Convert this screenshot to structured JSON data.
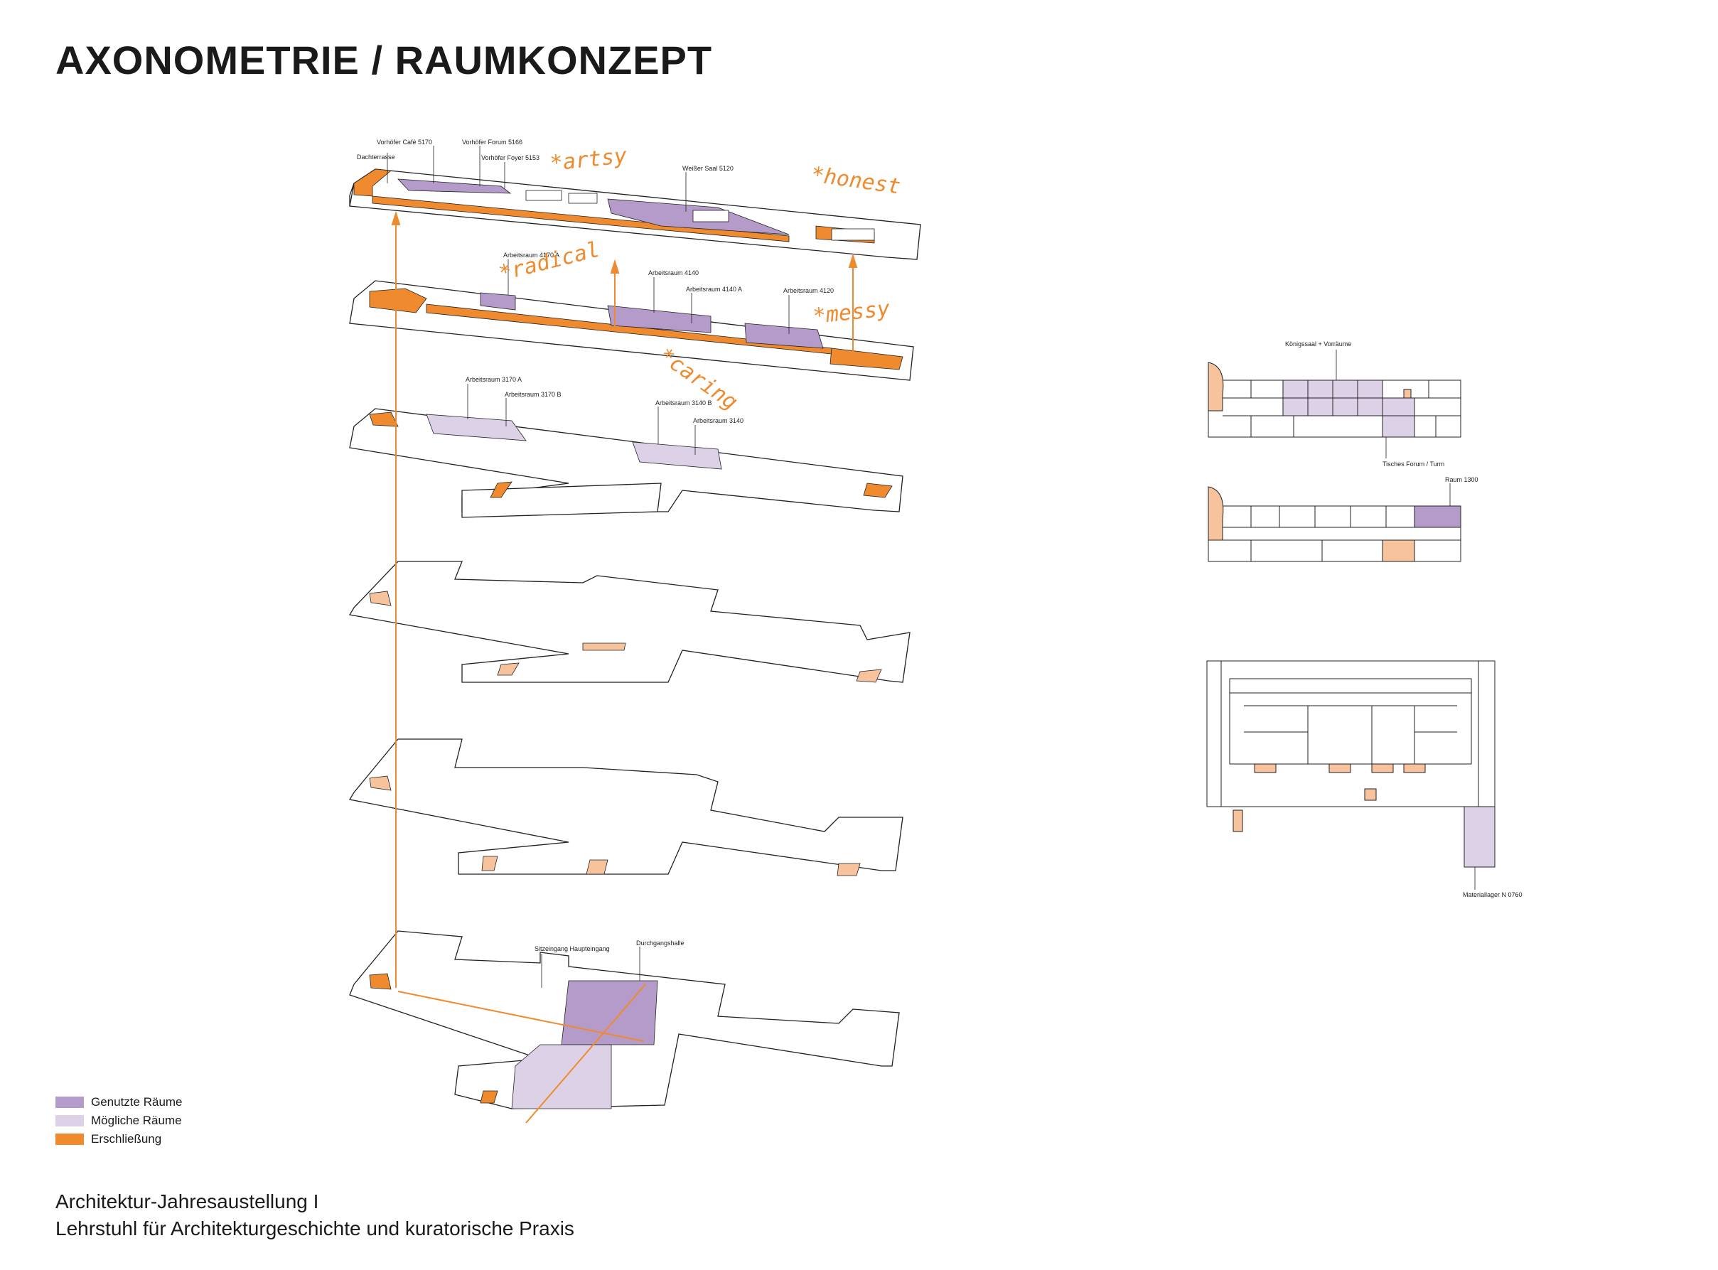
{
  "title": "AXONOMETRIE / RAUMKONZEPT",
  "colors": {
    "used": "#b49bc9",
    "possible": "#ddd1e8",
    "circulation": "#f08a2e",
    "light_orange": "#f6c39c",
    "line": "#222222"
  },
  "labels": {
    "l5": [
      "Vorhöfer Café 5170",
      "Vorhöfer Forum 5166",
      "Dachterrasse",
      "Vorhöfer Foyer 5153",
      "Weißer Saal 5120"
    ],
    "l4": [
      "Arbeitsraum 4170 A",
      "Arbeitsraum 4140",
      "Arbeitsraum 4140 A",
      "Arbeitsraum 4120"
    ],
    "l3": [
      "Arbeitsraum 3170 A",
      "Arbeitsraum 3170 B",
      "Arbeitsraum 3140 B",
      "Arbeitsraum 3140"
    ],
    "l0": [
      "Sitzeingang Haupteingang",
      "Durchgangshalle"
    ],
    "plans": [
      "Königssaal + Vorräume",
      "Tisches Forum / Turm",
      "Raum 1300",
      "Materiallager N 0760"
    ]
  },
  "handwritten": [
    "*artsy",
    "*honest",
    "*radical",
    "*messy",
    "*caring"
  ],
  "legend": [
    {
      "label": "Genutzte Räume",
      "color": "#b49bc9"
    },
    {
      "label": "Mögliche Räume",
      "color": "#ddd1e8"
    },
    {
      "label": "Erschließung",
      "color": "#f08a2e"
    }
  ],
  "footer": {
    "line1": "Architektur-Jahresaustellung I",
    "line2": "Lehrstuhl für Architekturgeschichte und kuratorische Praxis"
  }
}
